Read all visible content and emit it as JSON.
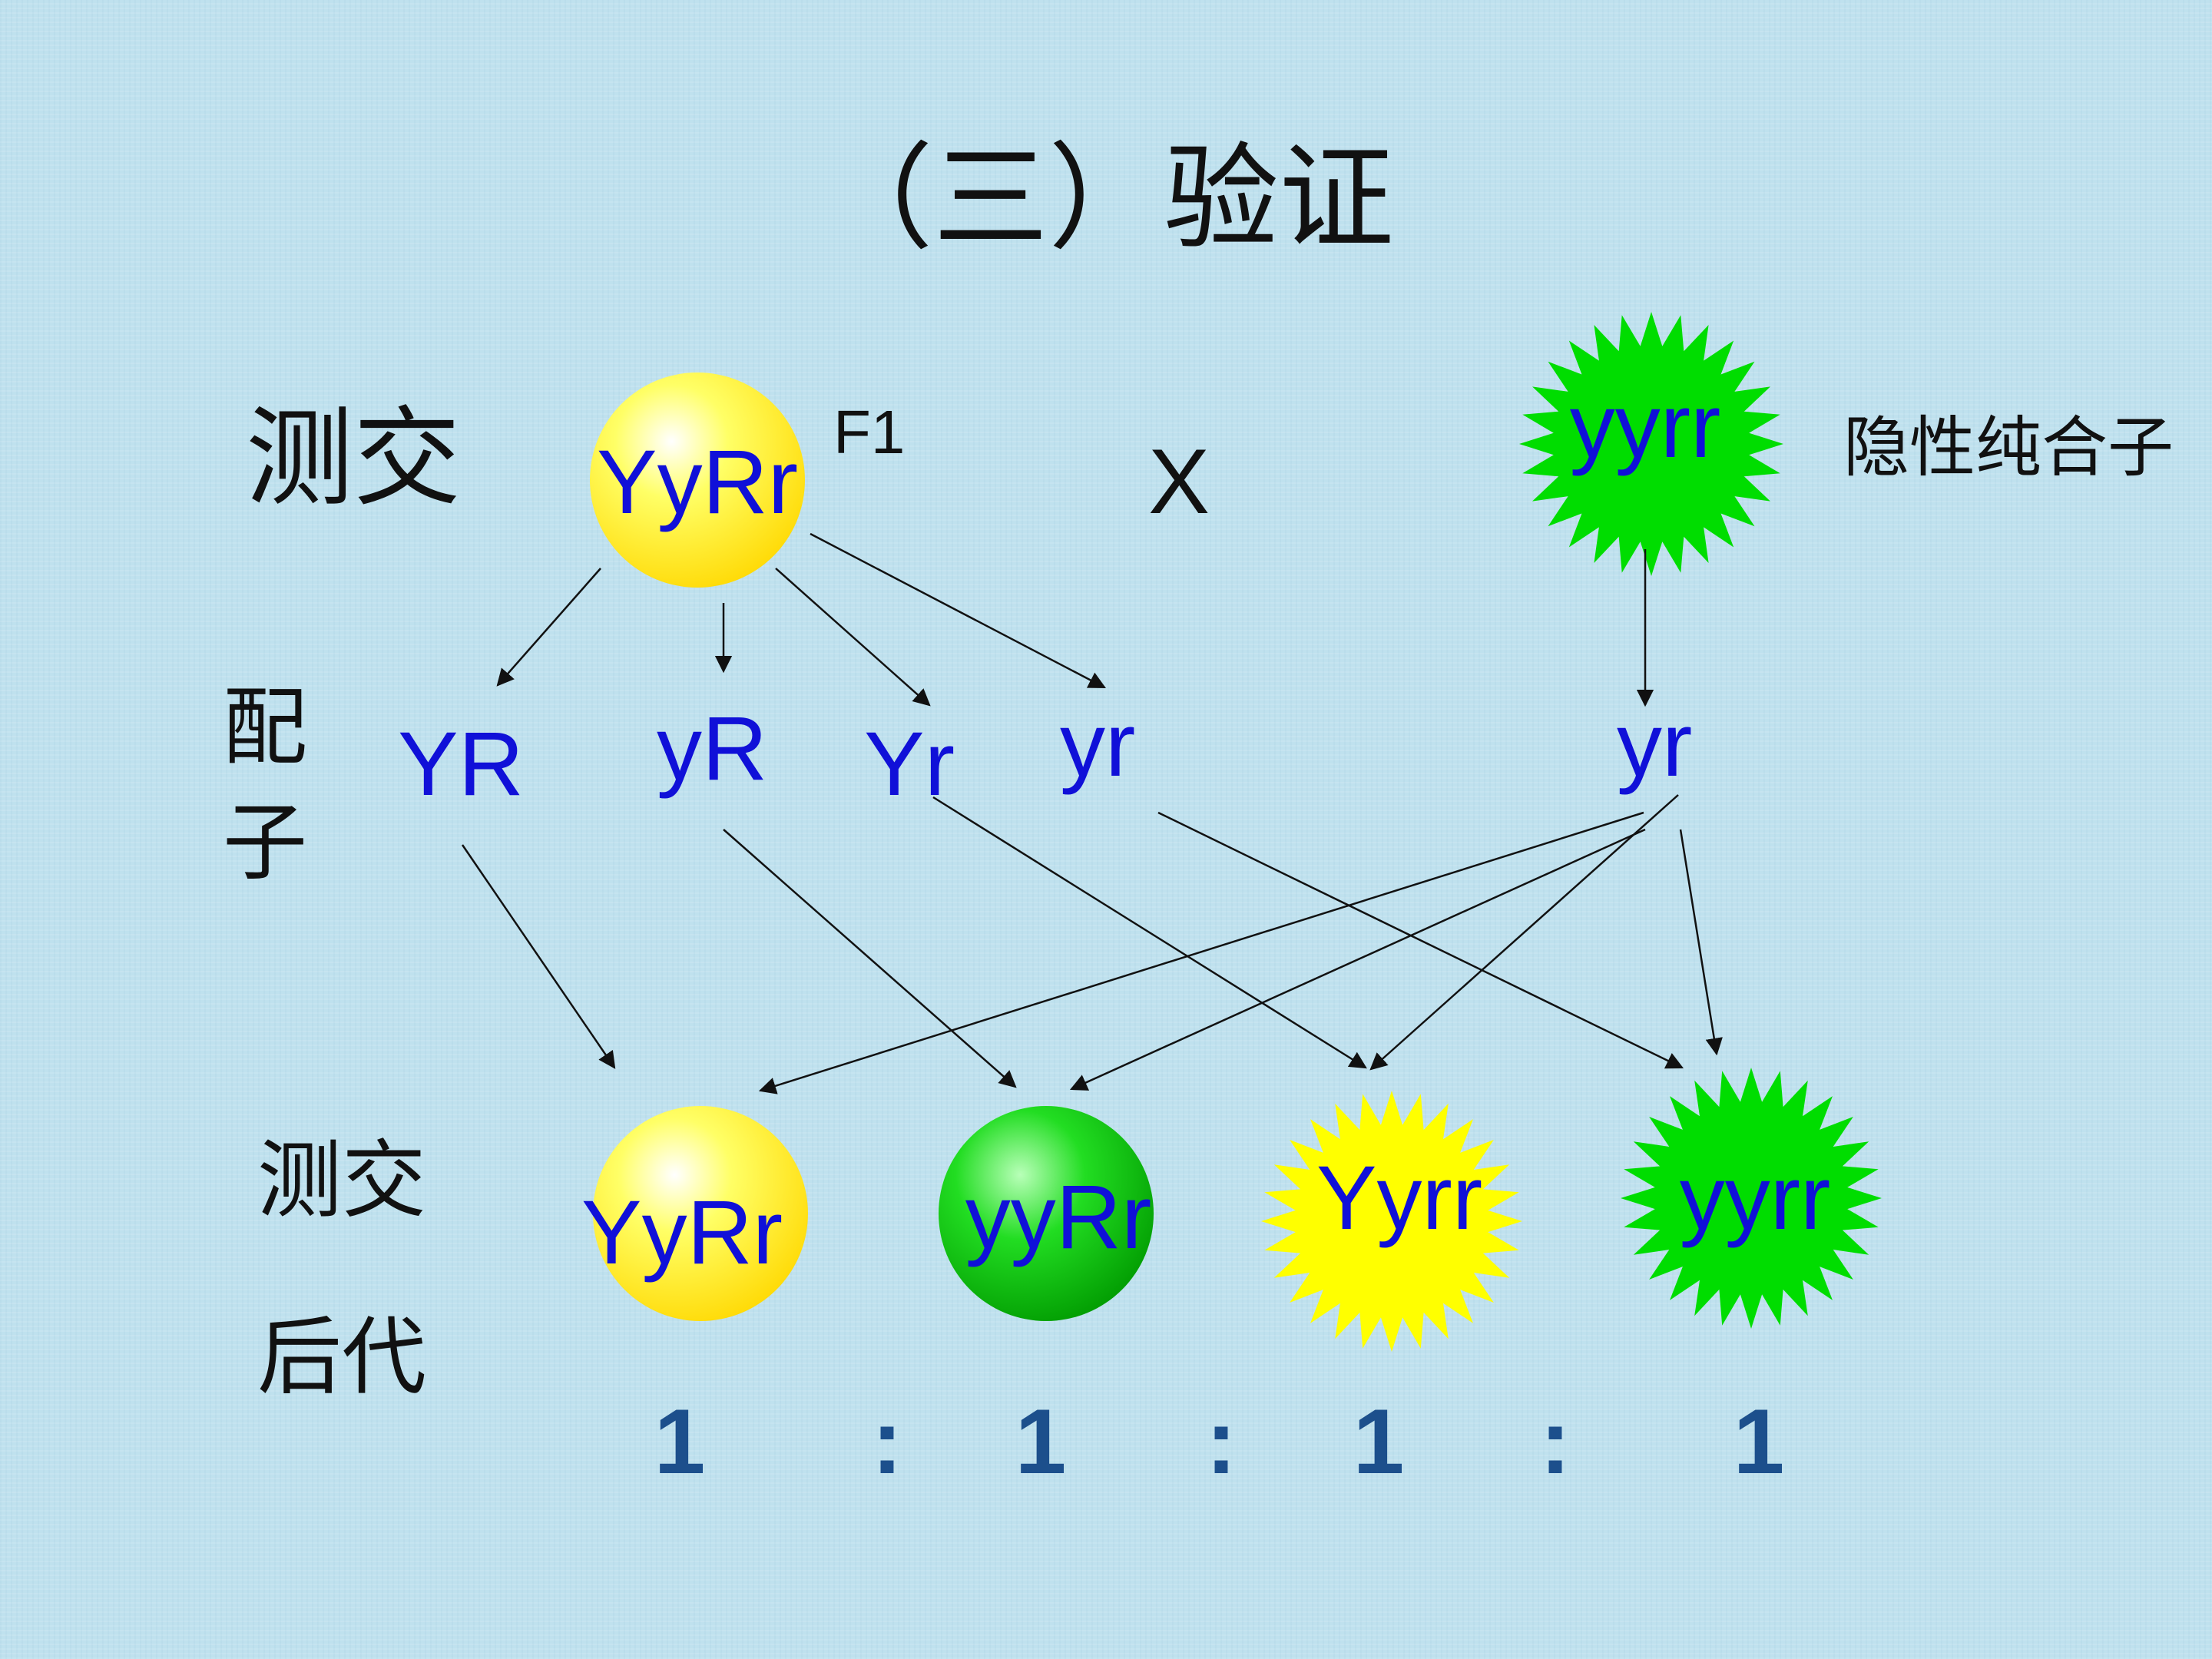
{
  "title": "（三）验证",
  "labels": {
    "testcross": "测交",
    "gametes_line1": "配",
    "gametes_line2": "子",
    "offspring_line1": "测交",
    "offspring_line2": "后代",
    "f1": "F1",
    "cross_symbol": "X",
    "recessive_homozygote": "隐性纯合子"
  },
  "parents": {
    "f1_genotype": "YyRr",
    "recessive_genotype": "yyrr"
  },
  "gametes": {
    "f1": [
      "YR",
      "yR",
      "Yr",
      "yr"
    ],
    "recessive": "yr"
  },
  "offspring": [
    {
      "genotype": "YyRr",
      "shape": "round",
      "color": "yellow"
    },
    {
      "genotype": "yyRr",
      "shape": "round",
      "color": "green"
    },
    {
      "genotype": "Yyrr",
      "shape": "star",
      "color": "yellow"
    },
    {
      "genotype": "yyrr",
      "shape": "star",
      "color": "green"
    }
  ],
  "ratio": [
    "1",
    ":",
    "1",
    ":",
    "1",
    ":",
    "1"
  ],
  "colors": {
    "genotype_text": "#1010d8",
    "ratio_text": "#1c4f8c",
    "yellow": "#ffff00",
    "green": "#00cc00",
    "arrow": "#111111"
  }
}
